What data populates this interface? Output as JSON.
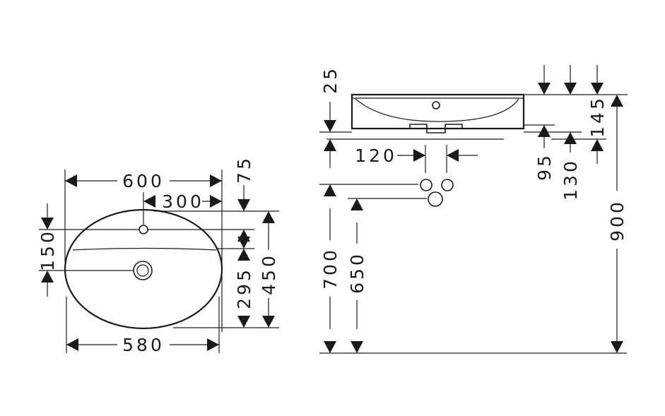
{
  "top_view": {
    "width_overall": "600",
    "tap_offset": "300",
    "width_bowl": "580",
    "tap_from_back": "75",
    "tap_to_drain": "150",
    "drain_to_front": "295",
    "depth_overall": "450"
  },
  "side_view": {
    "rim_thickness": "25",
    "height_total": "145",
    "waste_spacing": "120",
    "waste_offset_a": "95",
    "waste_offset_b": "130",
    "height_900": "900",
    "height_700": "700",
    "height_650": "650"
  }
}
